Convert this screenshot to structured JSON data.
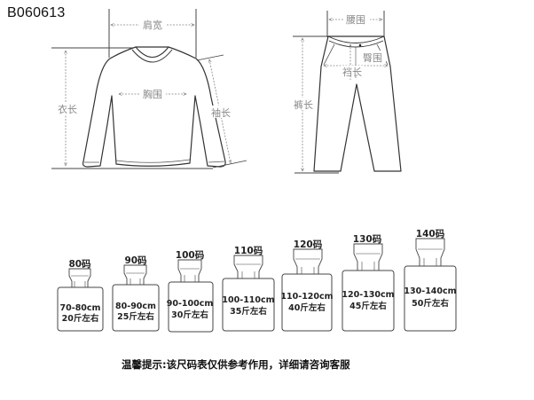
{
  "product_code": "B060613",
  "shirt": {
    "labels": {
      "shoulder_width": "肩宽",
      "chest": "胸围",
      "length": "衣长",
      "sleeve_length": "袖长"
    }
  },
  "pants": {
    "labels": {
      "waist": "腰围",
      "hip": "臀围",
      "rise": "裆长",
      "length": "裤长"
    }
  },
  "sizes": [
    {
      "size": "80码",
      "height": "70-80cm",
      "weight": "20斤左右"
    },
    {
      "size": "90码",
      "height": "80-90cm",
      "weight": "25斤左右"
    },
    {
      "size": "100码",
      "height": "90-100cm",
      "weight": "30斤左右"
    },
    {
      "size": "110码",
      "height": "100-110cm",
      "weight": "35斤左右"
    },
    {
      "size": "120码",
      "height": "110-120cm",
      "weight": "40斤左右"
    },
    {
      "size": "130码",
      "height": "120-130cm",
      "weight": "45斤左右"
    },
    {
      "size": "140码",
      "height": "130-140cm",
      "weight": "50斤左右"
    }
  ],
  "note": "温馨提示:该尺码表仅供参考作用，详细请咨询客服",
  "colors": {
    "line": "#3a3a3a",
    "guide": "#8a8a8a",
    "text": "#111111"
  }
}
